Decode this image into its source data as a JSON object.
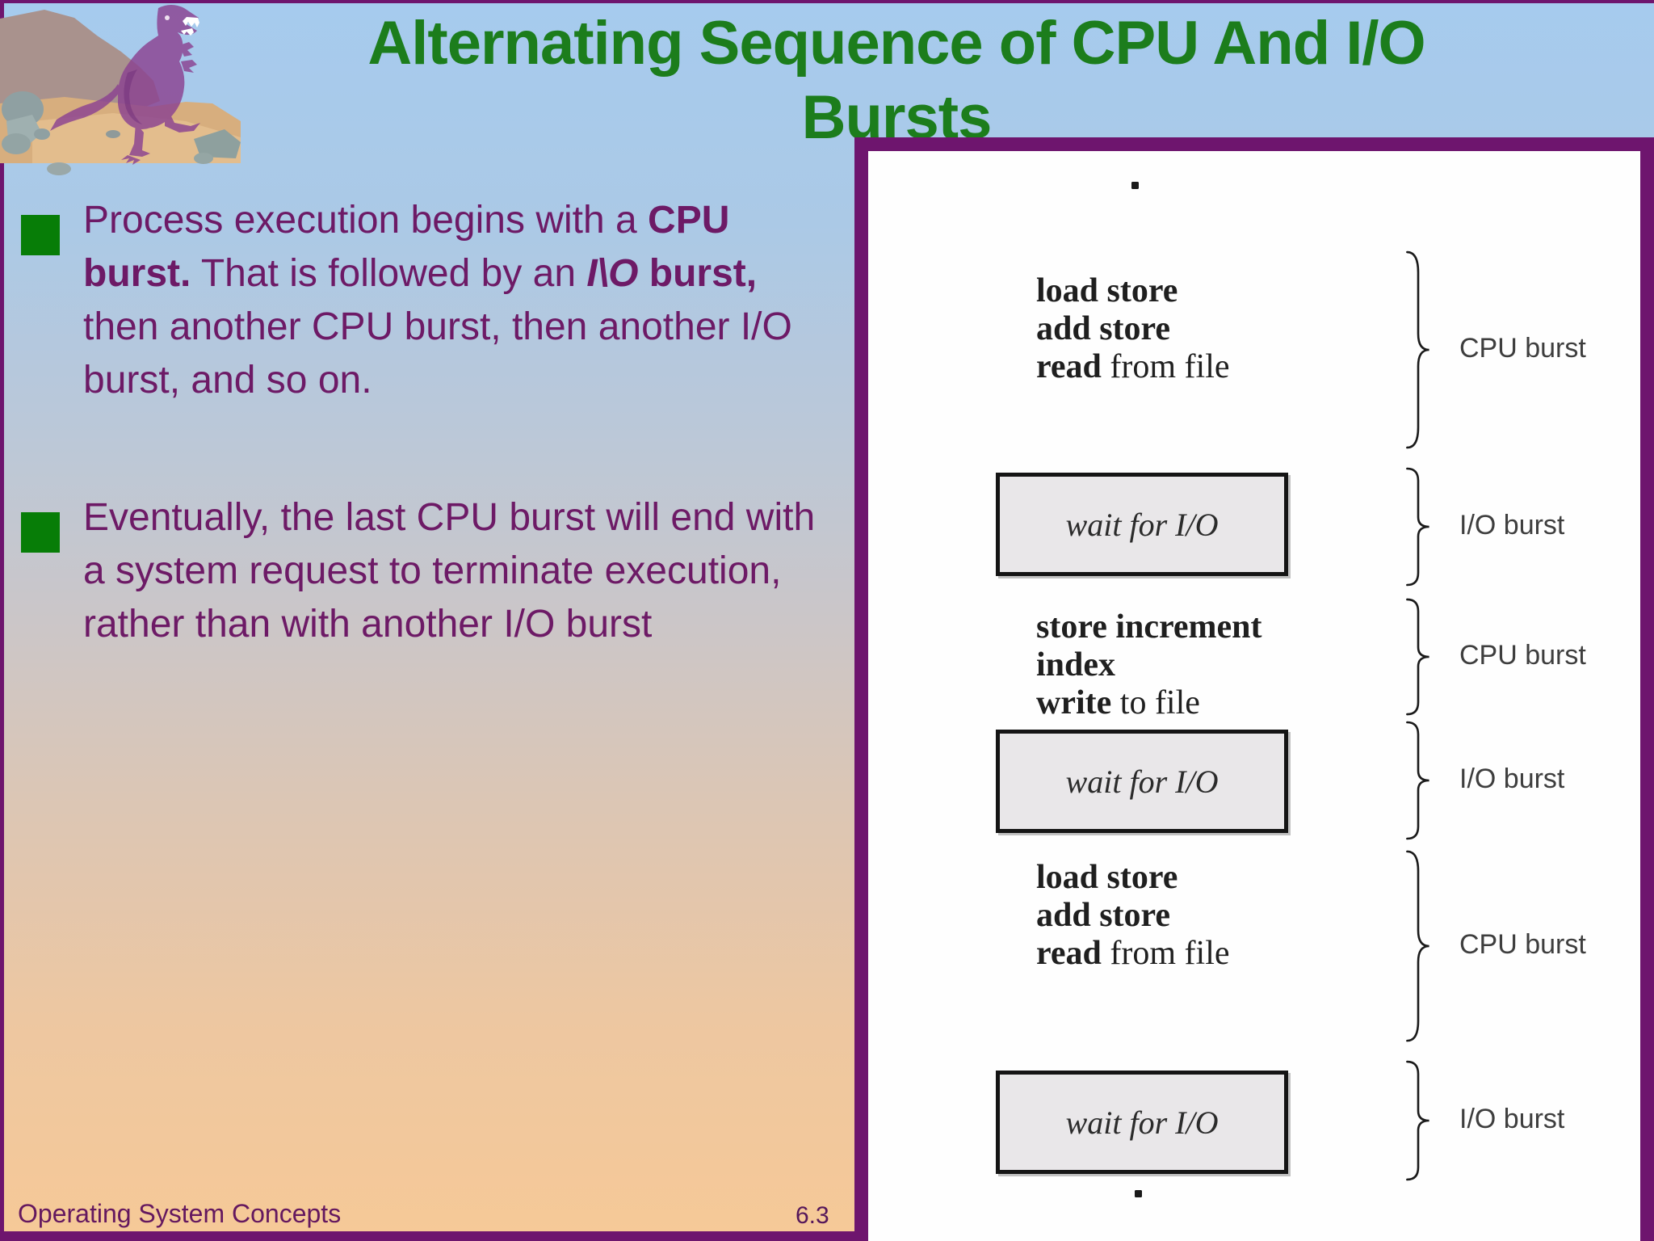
{
  "slide": {
    "title": "Alternating Sequence of CPU And I/O Bursts",
    "footer_left": "Operating System Concepts",
    "page_number": "6.3"
  },
  "bullets": {
    "item1": {
      "part1": "Process execution begins with a ",
      "part2": "CPU burst.",
      "part3": " That is followed by an ",
      "part4": "I\\O",
      "part5": " burst,",
      "part6": " then another CPU burst, then another I/O burst, and so on."
    },
    "item2": "Eventually, the last CPU burst will end with a system request to terminate execution, rather than with another I/O burst"
  },
  "diagram": {
    "wait_box_label": "wait for I/O",
    "code_blocks": {
      "top": {
        "line1": "load store",
        "line2": "add store",
        "line3_keyword": "read",
        "line3_rest": " from file"
      },
      "middle": {
        "line1": "store increment",
        "line2": "index",
        "line3_keyword": "write",
        "line3_rest": " to file"
      },
      "bottom": {
        "line1": "load store",
        "line2": "add store",
        "line3_keyword": "read",
        "line3_rest": " from file"
      }
    },
    "braces": [
      {
        "label": "CPU burst"
      },
      {
        "label": "I/O burst"
      },
      {
        "label": "CPU burst"
      },
      {
        "label": "I/O burst"
      },
      {
        "label": "CPU burst"
      },
      {
        "label": "I/O burst"
      }
    ]
  },
  "colors": {
    "title_green": "#1c7d1c",
    "bullet_square_green": "#077d07",
    "body_text_purple": "#6d1a66",
    "frame_purple": "#6e156e",
    "panel_background": "#fefefe",
    "wait_box_fill": "#e9e7e9",
    "background_top_blue": "#a6cbee",
    "background_bottom_peach": "#f6c997"
  }
}
